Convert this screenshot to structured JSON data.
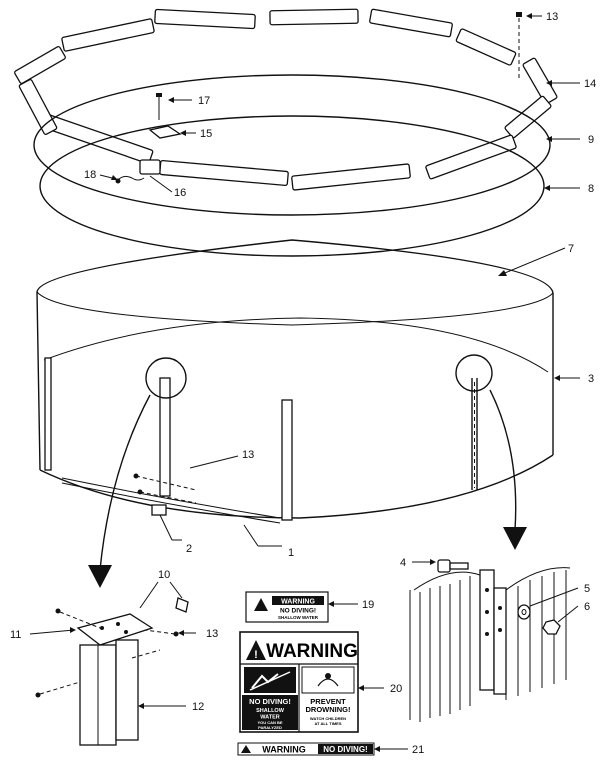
{
  "callouts": {
    "c1": "1",
    "c2": "2",
    "c3": "3",
    "c4": "4",
    "c5": "5",
    "c6": "6",
    "c7": "7",
    "c8": "8",
    "c9": "9",
    "c10": "10",
    "c11": "11",
    "c12": "12",
    "c13a": "13",
    "c13b": "13",
    "c13c": "13",
    "c14": "14",
    "c15": "15",
    "c16": "16",
    "c17": "17",
    "c18": "18",
    "c19": "19",
    "c20": "20",
    "c21": "21"
  },
  "labels": {
    "small_warning": {
      "title": "WARNING",
      "line": "NO DIVING!",
      "sub": "SHALLOW WATER"
    },
    "large_warning": {
      "title": "WARNING",
      "left_head": "NO DIVING!",
      "left_sub1": "SHALLOW",
      "left_sub2": "WATER",
      "left_sub3": "YOU CAN BE",
      "left_sub4": "PARALYZED",
      "right_head1": "PREVENT",
      "right_head2": "DROWNING!",
      "right_sub1": "WATCH CHILDREN",
      "right_sub2": "AT ALL TIMES"
    },
    "strip_warning": {
      "left": "WARNING",
      "right": "NO DIVING!"
    }
  }
}
